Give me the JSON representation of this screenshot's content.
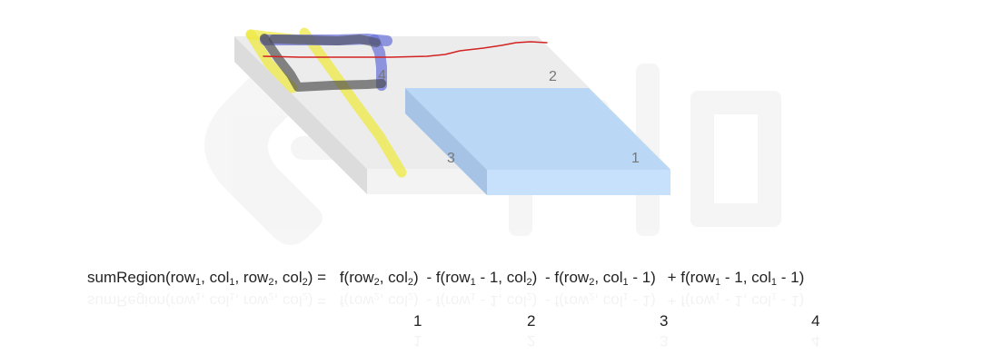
{
  "regions": {
    "r1": "1",
    "r2": "2",
    "r3": "3",
    "r4": "4"
  },
  "formula": {
    "lhs": {
      "name": "sumRegion(row",
      "s1": "1",
      "t1": ", col",
      "s2": "1",
      "t2": ", row",
      "s3": "2",
      "t3": ", col",
      "s4": "2",
      "t4": ") ="
    },
    "term1": {
      "a": "f(row",
      "s1": "2",
      "b": ", col",
      "s2": "2",
      "c": ")"
    },
    "term2": {
      "a": "- f(row",
      "s1": "1",
      "b": " - 1, col",
      "s2": "2",
      "c": ")"
    },
    "term3": {
      "a": "- f(row",
      "s1": "2",
      "b": ", col",
      "s2": "1",
      "c": " - 1)"
    },
    "term4": {
      "a": "+ f(row",
      "s1": "1",
      "b": " - 1, col",
      "s2": "1",
      "c": " - 1)"
    }
  },
  "term_labels": [
    "1",
    "2",
    "3",
    "4"
  ],
  "colors": {
    "plate_top": "#ececec",
    "plate_side": "#dcdcdc",
    "plate_front": "#f3f3f3",
    "region_top": "#bad7f5",
    "region_side": "#a6c3e5",
    "region_front": "#c7e0fc",
    "highlight_yellow": "#eeea44",
    "highlight_blue": "#6d76d8",
    "annotation_red": "#d32222"
  }
}
